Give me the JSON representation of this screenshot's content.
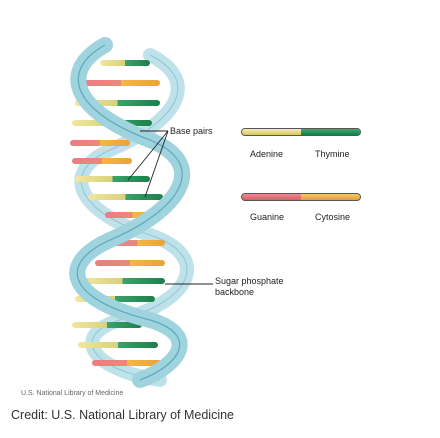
{
  "labels": {
    "base_pairs": "Base pairs",
    "adenine": "Adenine",
    "thymine": "Thymine",
    "guanine": "Guanine",
    "cytosine": "Cytosine",
    "backbone_line1": "Sugar phosphate",
    "backbone_line2": "backbone"
  },
  "watermark": "U.S. National Library of Medicine",
  "credit": "Credit: U.S. National Library of Medicine",
  "colors": {
    "adenine": "#e8d98a",
    "thymine": "#1f8f5a",
    "guanine": "#e8717a",
    "cytosine": "#f0b84a",
    "backbone": "#9fd3de",
    "backbone_edge": "#5aa9bd"
  }
}
